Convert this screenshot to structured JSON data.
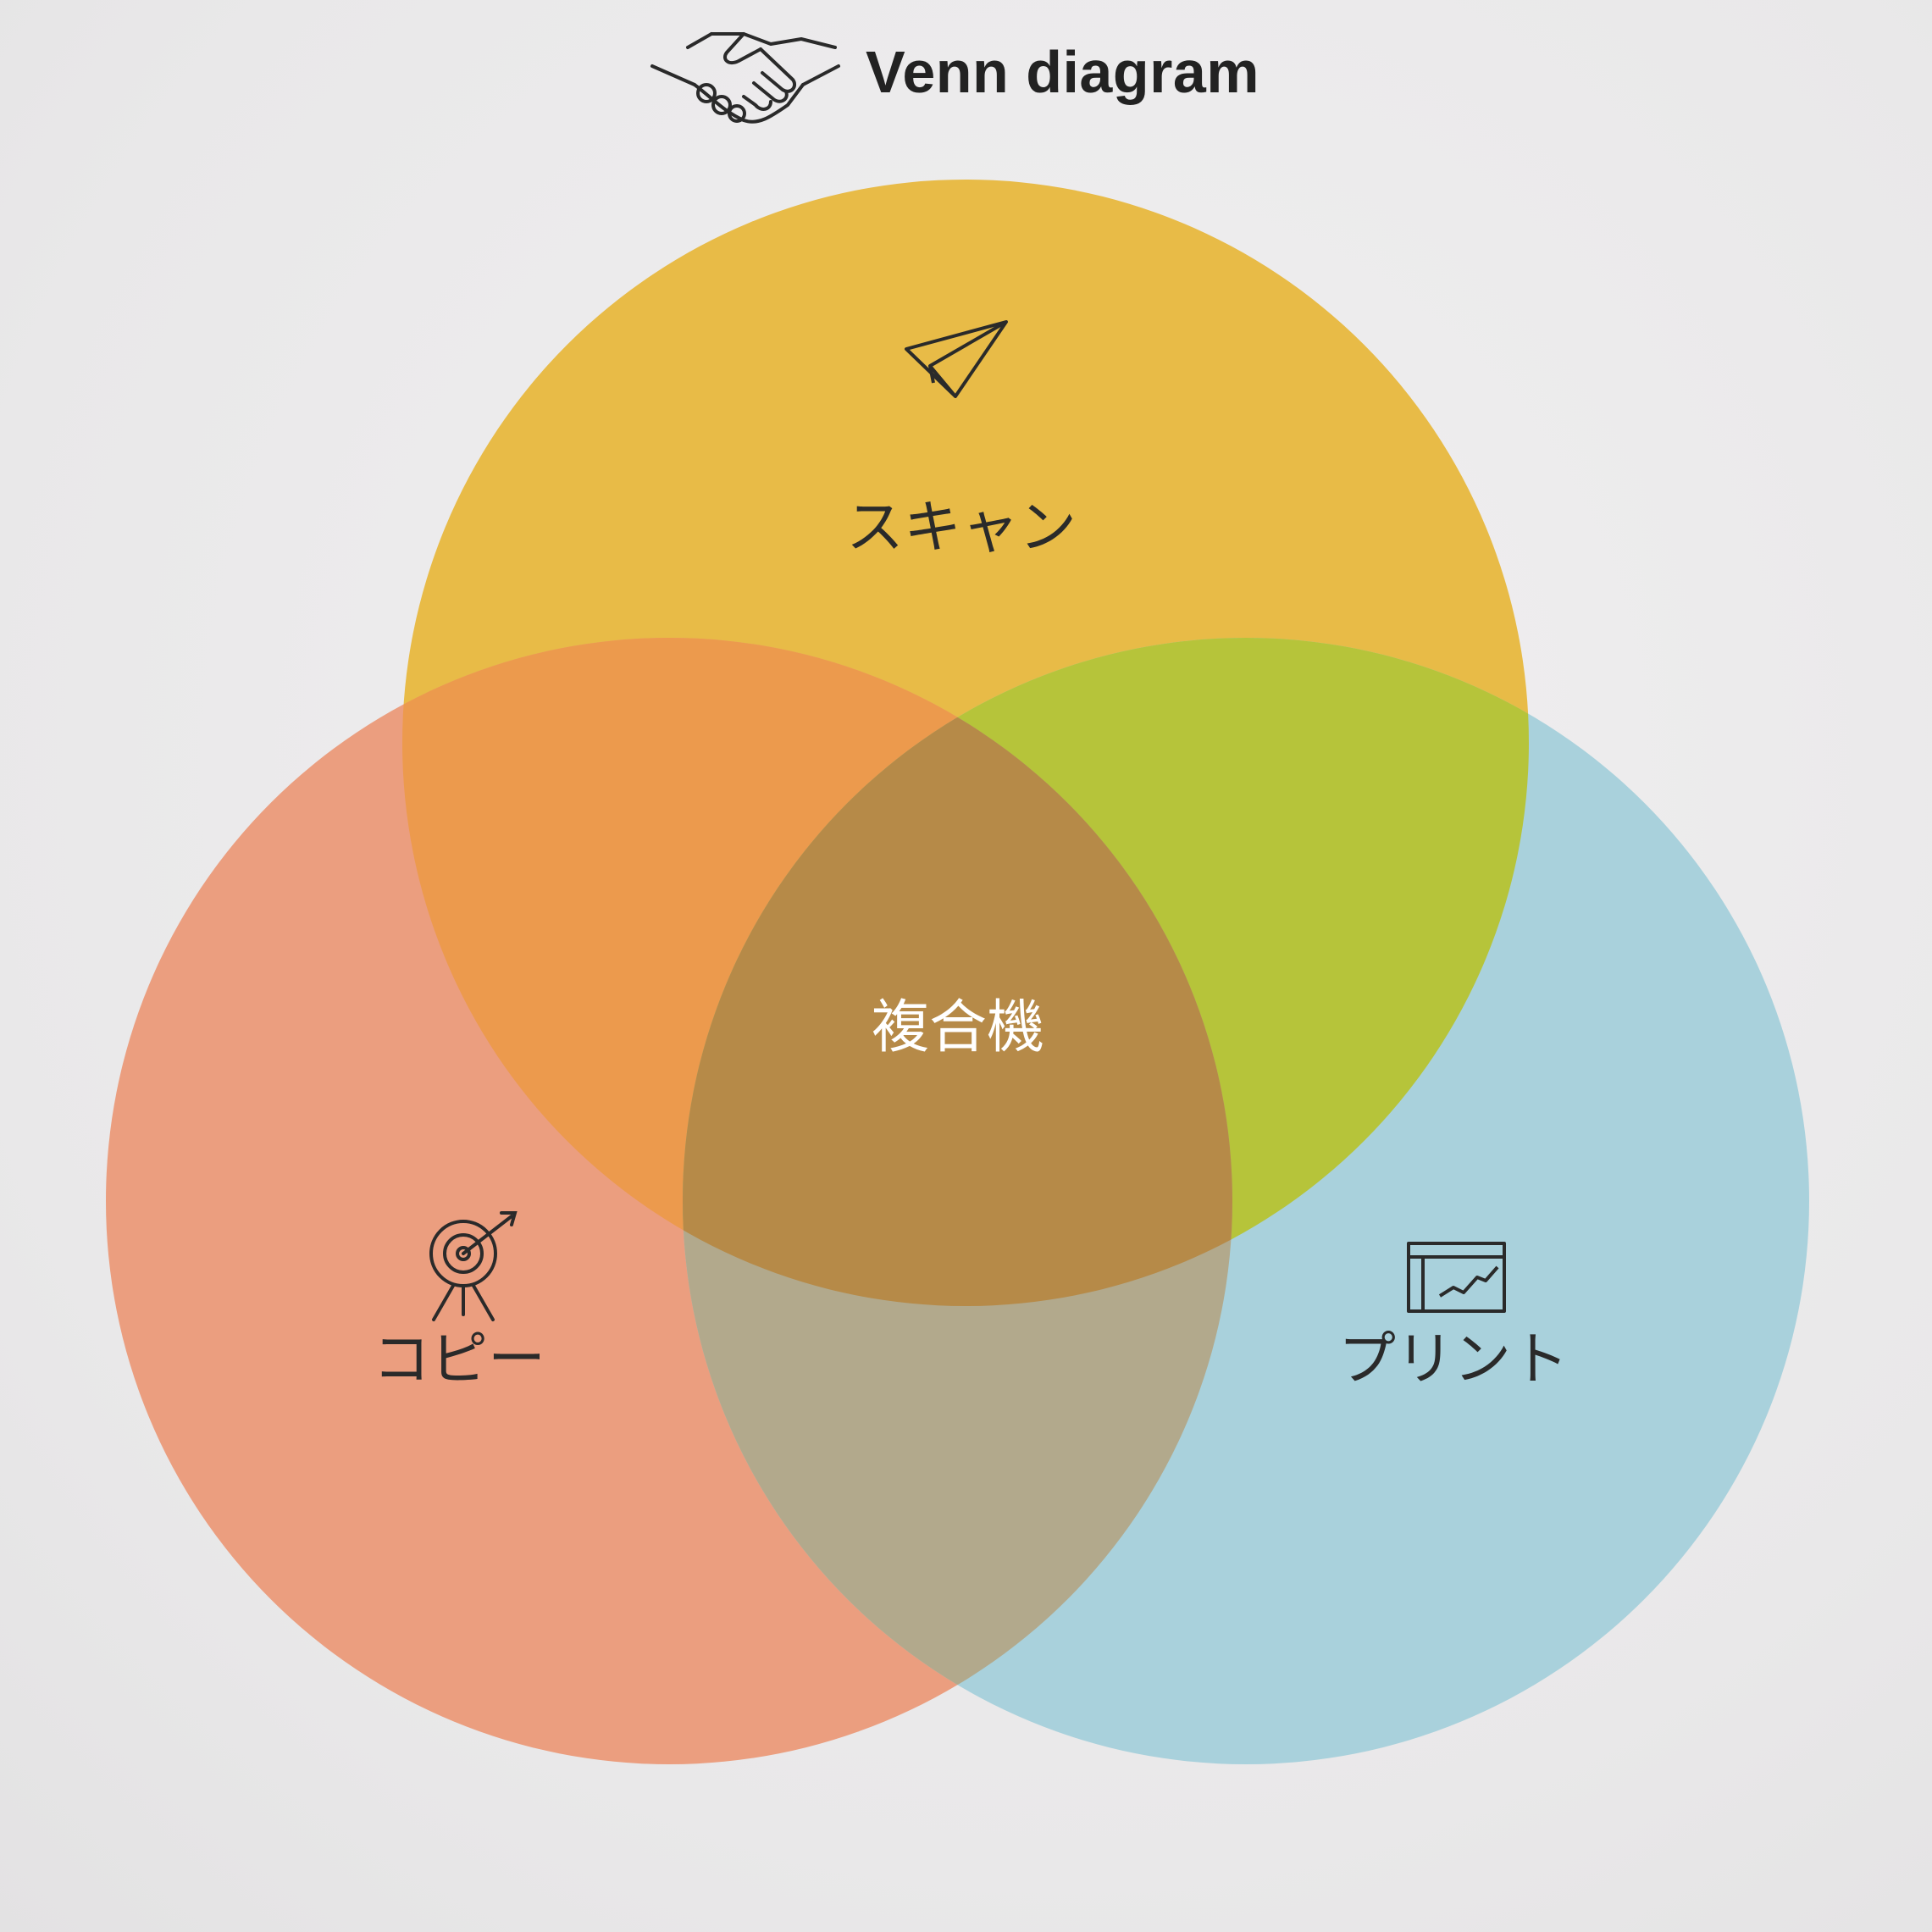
{
  "header": {
    "title": "Venn diagram",
    "icon": "handshake-icon"
  },
  "sets": [
    {
      "id": "scan",
      "label": "スキャン",
      "icon": "paper-plane-icon",
      "color": "#e8bb47"
    },
    {
      "id": "copy",
      "label": "コピー",
      "icon": "target-icon",
      "color": "#eb9e7f"
    },
    {
      "id": "print",
      "label": "プリント",
      "icon": "chart-window-icon",
      "color": "#a9d1dc"
    }
  ],
  "intersection": {
    "label": "複合機"
  },
  "colors": {
    "background": "#eceaeb",
    "scan_copy": "#ec9a4d",
    "scan_print": "#b6c43a",
    "copy_print": "#b2a98c",
    "all_three": "#b68a48"
  }
}
